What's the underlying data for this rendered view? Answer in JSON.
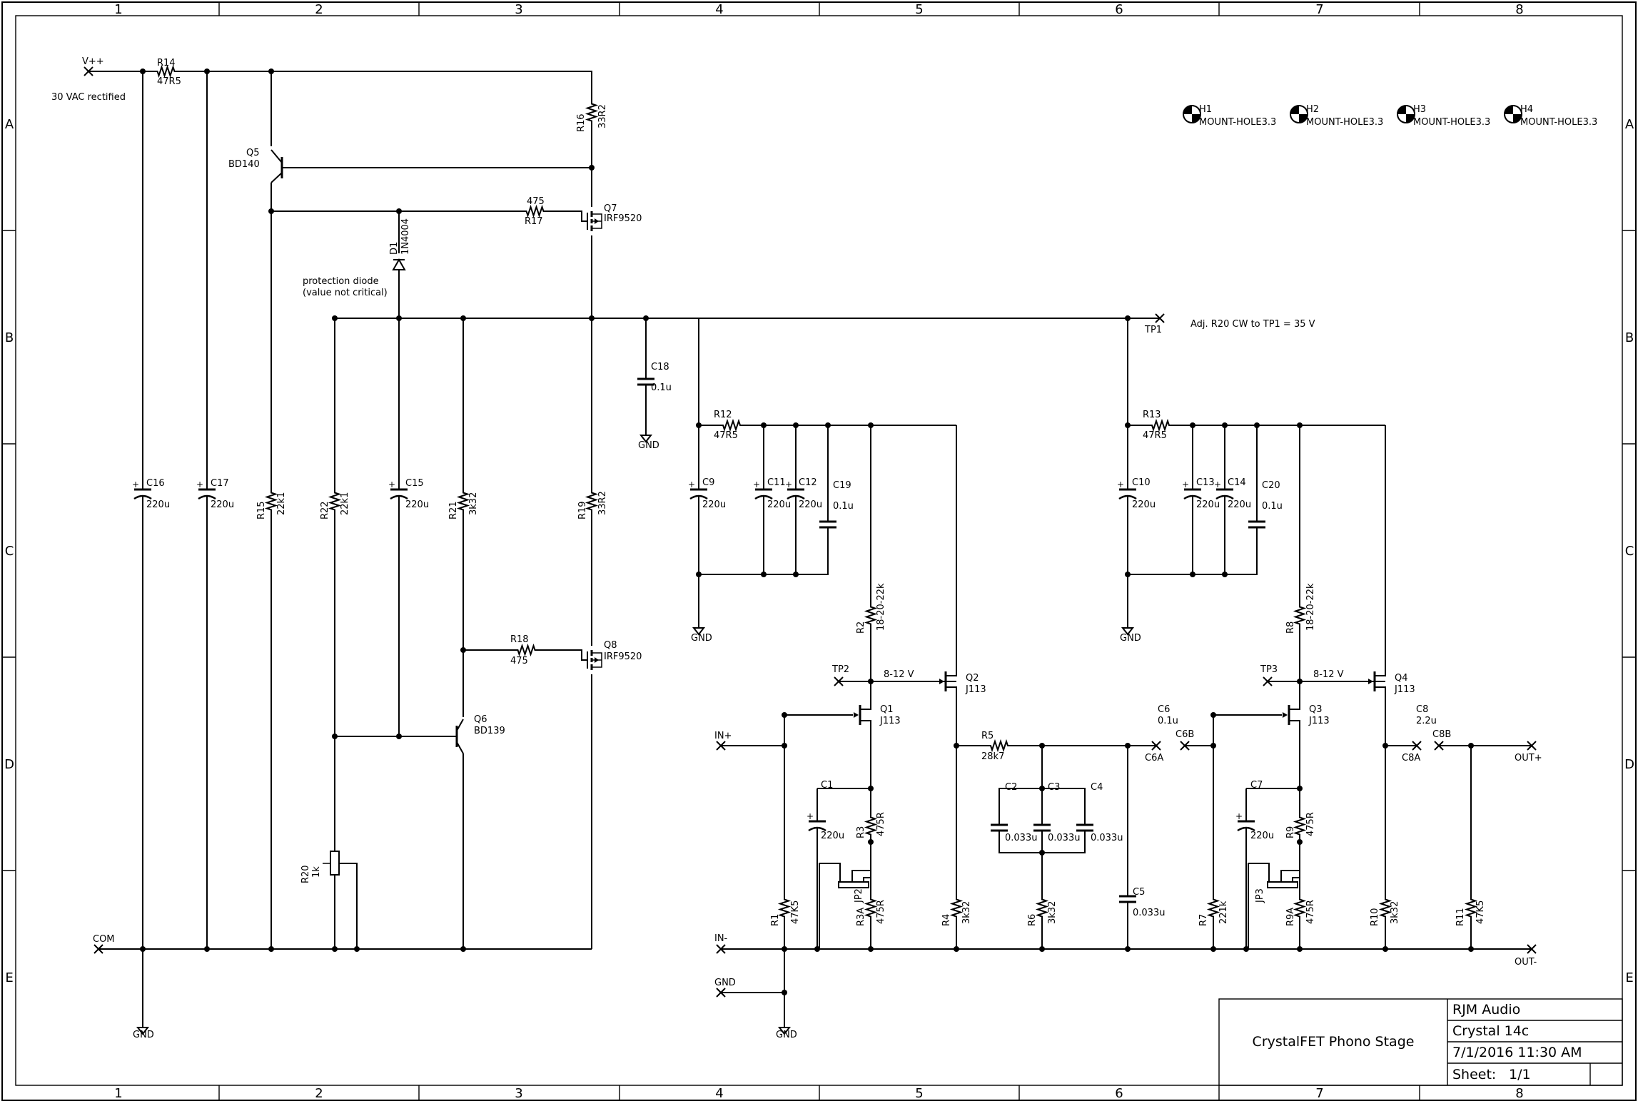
{
  "frame": {
    "columns": [
      "1",
      "2",
      "3",
      "4",
      "5",
      "6",
      "7",
      "8"
    ],
    "rows": [
      "A",
      "B",
      "C",
      "D",
      "E"
    ]
  },
  "title_block": {
    "company": "RJM Audio",
    "project": "Crystal 14c",
    "title": "CrystalFET Phono Stage",
    "date": "7/1/2016 11:30 AM",
    "sheet_label": "Sheet:",
    "sheet_value": "1/1"
  },
  "notes": {
    "supply": "30 VAC rectified",
    "protection_1": "protection diode",
    "protection_2": "(value not critical)",
    "adjust": "Adj. R20 CW to TP1 = 35 V"
  },
  "mount_holes": [
    {
      "ref": "H1",
      "value": "MOUNT-HOLE3.3"
    },
    {
      "ref": "H2",
      "value": "MOUNT-HOLE3.3"
    },
    {
      "ref": "H3",
      "value": "MOUNT-HOLE3.3"
    },
    {
      "ref": "H4",
      "value": "MOUNT-HOLE3.3"
    }
  ],
  "connectors": {
    "vpp": "V++",
    "com": "COM",
    "tp1": "TP1",
    "tp2": "TP2",
    "tp3": "TP3",
    "in_plus": "IN+",
    "in_minus": "IN-",
    "gnd_in": "GND",
    "c6a": "C6A",
    "c6b": "C6B",
    "c8a": "C8A",
    "c8b": "C8B",
    "out_plus": "OUT+",
    "out_minus": "OUT-"
  },
  "gnd_label": "GND",
  "resistors": {
    "r14": {
      "ref": "R14",
      "value": "47R5"
    },
    "r16": {
      "ref": "R16",
      "value": "33R2"
    },
    "r17": {
      "ref": "R17",
      "value": "475"
    },
    "r15": {
      "ref": "R15",
      "value": "22k1"
    },
    "r22": {
      "ref": "R22",
      "value": "22k1"
    },
    "r21": {
      "ref": "R21",
      "value": "3k32"
    },
    "r19": {
      "ref": "R19",
      "value": "33R2"
    },
    "r18": {
      "ref": "R18",
      "value": "475"
    },
    "r20": {
      "ref": "R20",
      "value": "1k"
    },
    "r12": {
      "ref": "R12",
      "value": "47R5"
    },
    "r13": {
      "ref": "R13",
      "value": "47R5"
    },
    "r2": {
      "ref": "R2",
      "value": "18-20-22k"
    },
    "r8": {
      "ref": "R8",
      "value": "18-20-22k"
    },
    "r3": {
      "ref": "R3",
      "value": "475R"
    },
    "r3a": {
      "ref": "R3A",
      "value": "475R"
    },
    "r9": {
      "ref": "R9",
      "value": "475R"
    },
    "r9a": {
      "ref": "R9A",
      "value": "475R"
    },
    "r1": {
      "ref": "R1",
      "value": "47K5"
    },
    "r4": {
      "ref": "R4",
      "value": "3k32"
    },
    "r5": {
      "ref": "R5",
      "value": "28k7"
    },
    "r6": {
      "ref": "R6",
      "value": "3k32"
    },
    "r7": {
      "ref": "R7",
      "value": "221k"
    },
    "r10": {
      "ref": "R10",
      "value": "3k32"
    },
    "r11": {
      "ref": "R11",
      "value": "47K5"
    }
  },
  "capacitors": {
    "c16": {
      "ref": "C16",
      "value": "220u"
    },
    "c17": {
      "ref": "C17",
      "value": "220u"
    },
    "c15": {
      "ref": "C15",
      "value": "220u"
    },
    "c18": {
      "ref": "C18",
      "value": "0.1u"
    },
    "c9": {
      "ref": "C9",
      "value": "220u"
    },
    "c11": {
      "ref": "C11",
      "value": "220u"
    },
    "c12": {
      "ref": "C12",
      "value": "220u"
    },
    "c19": {
      "ref": "C19",
      "value": "0.1u"
    },
    "c10": {
      "ref": "C10",
      "value": "220u"
    },
    "c13": {
      "ref": "C13",
      "value": "220u"
    },
    "c14": {
      "ref": "C14",
      "value": "220u"
    },
    "c20": {
      "ref": "C20",
      "value": "0.1u"
    },
    "c1": {
      "ref": "C1",
      "value": "220u"
    },
    "c7": {
      "ref": "C7",
      "value": "220u"
    },
    "c2": {
      "ref": "C2",
      "value": "0.033u"
    },
    "c3": {
      "ref": "C3",
      "value": "0.033u"
    },
    "c4": {
      "ref": "C4",
      "value": "0.033u"
    },
    "c5": {
      "ref": "C5",
      "value": "0.033u"
    },
    "c6": {
      "ref": "C6",
      "value": "0.1u"
    },
    "c8": {
      "ref": "C8",
      "value": "2.2u"
    }
  },
  "semis": {
    "q5": {
      "ref": "Q5",
      "value": "BD140"
    },
    "q6": {
      "ref": "Q6",
      "value": "BD139"
    },
    "q7": {
      "ref": "Q7",
      "value": "IRF9520"
    },
    "q8": {
      "ref": "Q8",
      "value": "IRF9520"
    },
    "d1": {
      "ref": "D1",
      "value": "1N4004"
    },
    "q1": {
      "ref": "Q1",
      "value": "J113"
    },
    "q2": {
      "ref": "Q2",
      "value": "J113"
    },
    "q3": {
      "ref": "Q3",
      "value": "J113"
    },
    "q4": {
      "ref": "Q4",
      "value": "J113"
    }
  },
  "jumpers": {
    "jp2": "JP2",
    "jp3": "JP3"
  },
  "net_labels": {
    "vd_left": "8-12 V",
    "vd_right": "8-12 V"
  }
}
